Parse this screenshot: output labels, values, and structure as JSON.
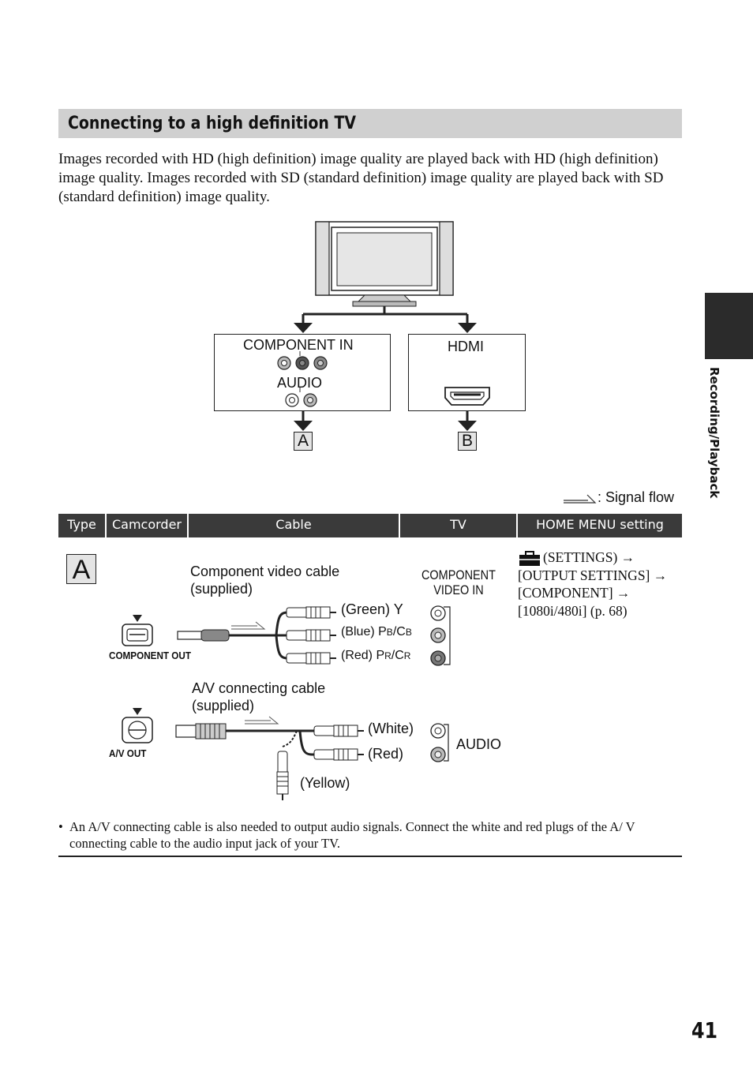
{
  "section_title": "Connecting to a high definition TV",
  "intro_text": "Images recorded with HD (high definition) image quality are played back with HD (high definition) image quality. Images recorded with SD (standard definition) image quality are played back with SD (standard definition) image quality.",
  "side_tab_label": "Recording/Playback",
  "diagram": {
    "component_in": "COMPONENT IN",
    "audio": "AUDIO",
    "hdmi": "HDMI",
    "letter_a": "A",
    "letter_b": "B",
    "signal_flow": ": Signal flow"
  },
  "table": {
    "headers": [
      "Type",
      "Camcorder",
      "Cable",
      "TV",
      "HOME MENU setting"
    ],
    "row_a": {
      "type": "A",
      "component_out": "COMPONENT OUT",
      "av_out": "A/V OUT",
      "component_cable_line1": "Component video cable",
      "component_cable_line2": "(supplied)",
      "green_y": "(Green) Y",
      "blue": "(Blue) P",
      "blue_sub1": "B",
      "blue_mid": "/C",
      "blue_sub2": "B",
      "red": "(Red) P",
      "red_sub1": "R",
      "red_mid": "/C",
      "red_sub2": "R",
      "av_cable_line1": "A/V connecting cable",
      "av_cable_line2": "(supplied)",
      "white": "(White)",
      "red_plug": "(Red)",
      "yellow": "(Yellow)",
      "tv_component_line1": "COMPONENT",
      "tv_component_line2": "VIDEO IN",
      "tv_audio": "AUDIO",
      "menu_setting": "(SETTINGS) → [OUTPUT SETTINGS] → [COMPONENT] → [1080i/480i] (p. 68)"
    }
  },
  "note": "An A/V connecting cable is also needed to output audio signals. Connect the white and red plugs of the A/ V connecting cable to the audio input jack of your TV.",
  "page_number": "41",
  "icon_names": [
    "tv-icon",
    "settings-toolbox-icon",
    "signal-flow-arrow-icon",
    "hdmi-port-icon",
    "rca-jack-icon",
    "cable-plug-icon"
  ]
}
